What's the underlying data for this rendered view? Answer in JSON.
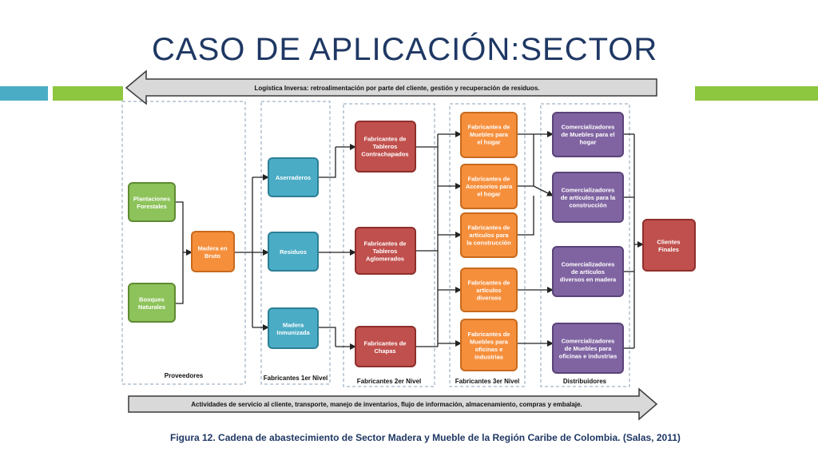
{
  "title": "CASO DE APLICACIÓN:SECTOR",
  "top_arrow_text": "Logística Inversa:  retroalimentación por parte del cliente, gestión y recuperación  de residuos.",
  "bottom_arrow_text": "Actividades de servicio al cliente, transporte, manejo de inventarios, flujo de información, almacenamiento, compras y embalaje.",
  "columns": {
    "proveedores": "Proveedores",
    "nivel1": "Fabricantes  1er Nivel",
    "nivel2": "Fabricantes  2er Nivel",
    "nivel3": "Fabricantes  3er Nivel",
    "distribuidores": "Distribuidores"
  },
  "nodes": {
    "plantaciones": [
      "Plantaciones",
      "Forestales"
    ],
    "bosques": [
      "Bosques",
      "Naturales"
    ],
    "madera_bruto": [
      "Madera  en",
      "Bruto"
    ],
    "aserraderos": [
      "Aserraderos"
    ],
    "residuos": [
      "Residuos"
    ],
    "madera_inmunizada": [
      "Madera",
      "Inmunizada"
    ],
    "tableros_contrachapados": [
      "Fabricantes  de",
      "Tableros",
      "Contrachapados"
    ],
    "tableros_aglomerados": [
      "Fabricantes  de",
      "Tableros",
      "Aglomerados"
    ],
    "chapas": [
      "Fabricantes  de",
      "Chapas"
    ],
    "muebles_hogar": [
      "Fabricantes  de",
      "Muebles  para",
      "el hogar"
    ],
    "accesorios_hogar": [
      "Fabricantes  de",
      "Accesorios para",
      "el hogar"
    ],
    "articulos_construccion": [
      "Fabricantes  de",
      "artículos  para",
      "la construcción"
    ],
    "articulos_diversos": [
      "Fabricantes  de",
      "artículos",
      "diversos"
    ],
    "muebles_oficinas": [
      "Fabricantes  de",
      "Muebles  para",
      "oficinas  e",
      "industrias"
    ],
    "com_muebles_hogar": [
      "Comercializadores",
      "de Muebles  para  el",
      "hogar"
    ],
    "com_construccion": [
      "Comercializadores",
      "de  artículos  para  la",
      "construcción"
    ],
    "com_diversos": [
      "Comercializadores",
      "de  artículos",
      "diversos  en madera"
    ],
    "com_oficinas": [
      "Comercializadores",
      "de Muebles  para",
      "oficinas  e industrias"
    ],
    "clientes_finales": [
      "Clientes",
      "Finales"
    ]
  },
  "caption": {
    "figure_label": "Figura 12.",
    "text": " Cadena de abastecimiento de Sector Madera y Mueble de la Región Caribe de Colombia. (Salas, 2011)"
  },
  "colors": {
    "title": "#1f3864",
    "green": "#8dc35a",
    "orange": "#f68f3c",
    "blue": "#4bacc6",
    "red": "#c0504d",
    "purple": "#8064a2"
  }
}
